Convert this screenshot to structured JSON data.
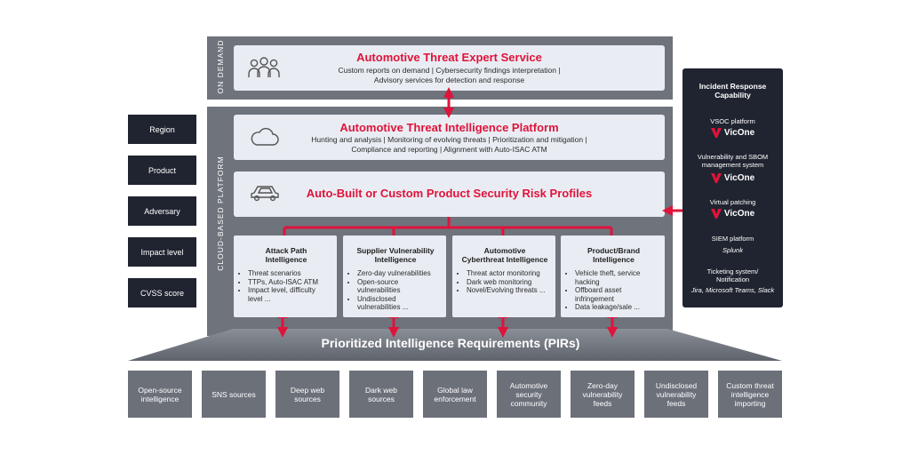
{
  "left_boxes": [
    "Region",
    "Product",
    "Adversary",
    "Impact level",
    "CVSS score"
  ],
  "on_demand": {
    "label": "ON DEMAND",
    "title": "Automotive Threat Expert Service",
    "line1": "Custom reports on demand | Cybersecurity findings interpretation |",
    "line2": "Advisory services for detection and response",
    "icon": "people-icon"
  },
  "cloud": {
    "label": "CLOUD-BASED PLATFORM",
    "platform_title": "Automotive Threat Intelligence Platform",
    "platform_line1": "Hunting and analysis | Monitoring of evolving threats | Prioritization and mitigation |",
    "platform_line2": "Compliance and reporting | Alignment with Auto-ISAC ATM",
    "platform_icon": "cloud-icon",
    "profiles_title": "Auto-Built or Custom Product Security Risk Profiles",
    "profiles_icon": "car-icon"
  },
  "intel": [
    {
      "title1": "Attack Path",
      "title2": "Intelligence",
      "items": [
        "Threat scenarios",
        "TTPs, Auto-ISAC ATM",
        "Impact level, difficulty level ..."
      ]
    },
    {
      "title1": "Supplier Vulnerability",
      "title2": "Intelligence",
      "items": [
        "Zero-day vulnerabilities",
        "Open-source vulnerabilities",
        "Undisclosed vulnerabilities ..."
      ]
    },
    {
      "title1": "Automotive",
      "title2": "Cyberthreat Intelligence",
      "items": [
        "Threat actor monitoring",
        "Dark web monitoring",
        "Novel/Evolving threats ..."
      ]
    },
    {
      "title1": "Product/Brand",
      "title2": "Intelligence",
      "items": [
        "Vehicle theft, service hacking",
        "Offboard asset infringement",
        "Data leakage/sale ..."
      ]
    }
  ],
  "pir": "Prioritized Intelligence Requirements (PIRs)",
  "sources": [
    "Open-source intelligence",
    "SNS sources",
    "Deep web sources",
    "Dark web sources",
    "Global law enforcement",
    "Automotive security community",
    "Zero-day vulnerability feeds",
    "Undisclosed vulnerability feeds",
    "Custom threat intelligence importing"
  ],
  "right_panel": {
    "title1": "Incident Response",
    "title2": "Capability",
    "vsoc": "VSOC platform",
    "vuln1": "Vulnerability and SBOM",
    "vuln2": "management system",
    "vpatch": "Virtual patching",
    "siem": "SIEM platform",
    "splunk": "Splunk",
    "ticket1": "Ticketing system/",
    "ticket2": "Notification",
    "ticket_tools": "Jira, Microsoft Teams, Slack",
    "logo_text": "VicOne"
  },
  "colors": {
    "accent": "#e0133b",
    "panel": "#6e737c",
    "dark": "#1f2430",
    "card": "#e9edf3"
  }
}
